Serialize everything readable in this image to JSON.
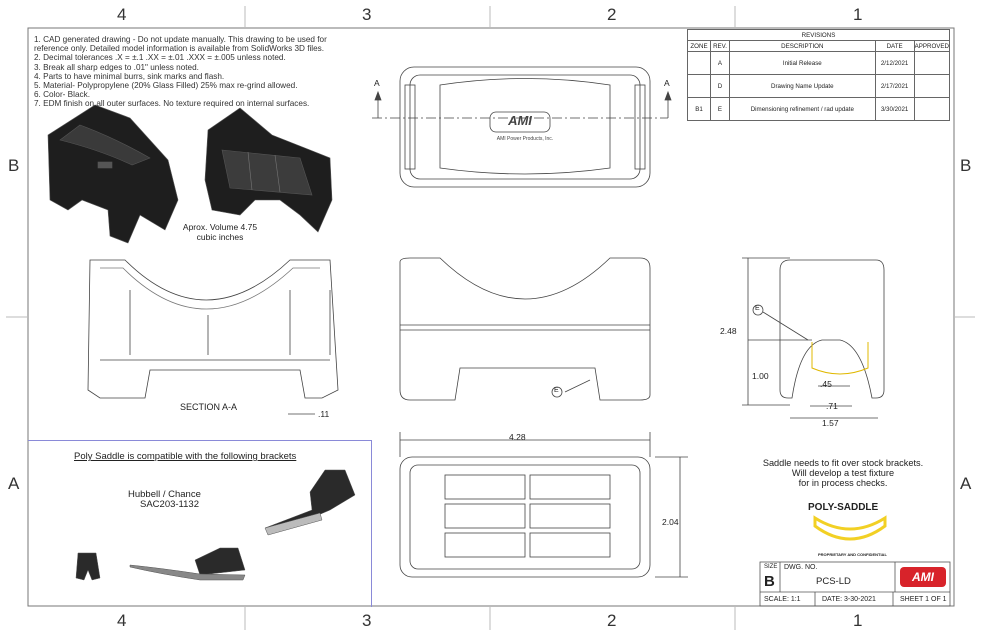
{
  "zones": {
    "top_numbers": [
      "4",
      "3",
      "2",
      "1"
    ],
    "bottom_numbers": [
      "4",
      "3",
      "2",
      "1"
    ],
    "left_letters": [
      "B",
      "A"
    ],
    "right_letters": [
      "B",
      "A"
    ]
  },
  "notes": [
    "1. CAD generated drawing - Do not update manually.  This drawing to be used for",
    "   reference only.  Detailed model information is available from SolidWorks 3D files.",
    "2. Decimal tolerances   .X = ±.1     .XX = ±.01     .XXX = ±.005     unless noted.",
    "3. Break all sharp edges to .01\" unless noted.",
    "4. Parts to have minimal burrs, sink marks and flash.",
    "5. Material- Polypropylene (20% Glass Filled) 25% max re-grind allowed.",
    "6. Color- Black.",
    "7. EDM finish on all outer surfaces.  No texture required on internal surfaces."
  ],
  "revisions": {
    "title": "REVISIONS",
    "headers": [
      "ZONE",
      "REV.",
      "DESCRIPTION",
      "DATE",
      "APPROVED"
    ],
    "rows": [
      {
        "zone": "",
        "rev": "A",
        "description": "Initial Release",
        "date": "2/12/2021",
        "approved": ""
      },
      {
        "zone": "",
        "rev": "D",
        "description": "Drawing Name Update",
        "date": "2/17/2021",
        "approved": ""
      },
      {
        "zone": "B1",
        "rev": "E",
        "description": "Dimensioning refinement / rad update",
        "date": "3/30/2021",
        "approved": ""
      }
    ]
  },
  "volume_note": [
    "Aprox. Volume 4.75",
    "cubic inches"
  ],
  "section_label": "SECTION A-A",
  "section_marker": "A",
  "logo_text": "AMI",
  "logo_caption": "AMI Power Products, Inc.",
  "dims": {
    "wall": ".11",
    "length": "4.28",
    "width": "2.04",
    "height": "2.48",
    "inner_height": "1.00",
    "d45": ".45",
    "d71": ".71",
    "d157": "1.57",
    "rev_flag": "E"
  },
  "compat": {
    "title": "Poly Saddle is compatible with the following brackets",
    "brand": "Hubbell / Chance",
    "part": "SAC203-1132"
  },
  "fixture_note": [
    "Saddle needs to fit over stock brackets.",
    "Will develop a test fixture",
    "for in process checks."
  ],
  "brand_block": {
    "name": "POLY-SADDLE",
    "caption": "PROPRIETARY AND CONFIDENTIAL",
    "accent": "#f2d024"
  },
  "title_block": {
    "size_label": "SIZE",
    "size_value": "B",
    "dwg_label": "DWG.  NO.",
    "dwg_value": "PCS-LD",
    "scale": "SCALE: 1:1",
    "date": "DATE: 3-30-2021",
    "sheet": "SHEET 1 OF 1",
    "logo": "AMI",
    "logo_color": "#d8232a"
  }
}
